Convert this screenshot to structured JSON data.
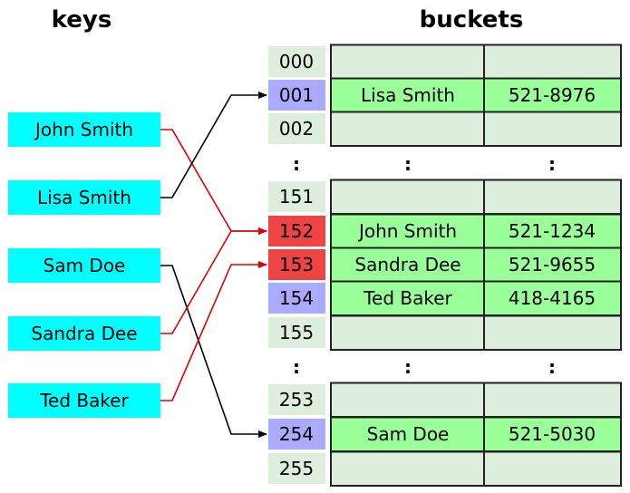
{
  "headers": {
    "keys": "keys",
    "buckets": "buckets"
  },
  "keys": [
    "John Smith",
    "Lisa Smith",
    "Sam Doe",
    "Sandra Dee",
    "Ted Baker"
  ],
  "ellipsis": ":",
  "buckets": [
    {
      "index": "000",
      "name": "",
      "phone": "",
      "state": "empty"
    },
    {
      "index": "001",
      "name": "Lisa Smith",
      "phone": "521-8976",
      "state": "ok"
    },
    {
      "index": "002",
      "name": "",
      "phone": "",
      "state": "empty"
    },
    {
      "index": "151",
      "name": "",
      "phone": "",
      "state": "empty"
    },
    {
      "index": "152",
      "name": "John Smith",
      "phone": "521-1234",
      "state": "collision"
    },
    {
      "index": "153",
      "name": "Sandra Dee",
      "phone": "521-9655",
      "state": "collision"
    },
    {
      "index": "154",
      "name": "Ted Baker",
      "phone": "418-4165",
      "state": "ok"
    },
    {
      "index": "155",
      "name": "",
      "phone": "",
      "state": "empty"
    },
    {
      "index": "253",
      "name": "",
      "phone": "",
      "state": "empty"
    },
    {
      "index": "254",
      "name": "Sam Doe",
      "phone": "521-5030",
      "state": "ok"
    },
    {
      "index": "255",
      "name": "",
      "phone": "",
      "state": "empty"
    }
  ],
  "mappings": [
    {
      "key": 0,
      "bucket": 4,
      "collision": true
    },
    {
      "key": 1,
      "bucket": 1,
      "collision": false
    },
    {
      "key": 2,
      "bucket": 9,
      "collision": false
    },
    {
      "key": 3,
      "bucket": 4,
      "collision": true
    },
    {
      "key": 4,
      "bucket": 5,
      "collision": true
    }
  ],
  "colors": {
    "key_box": "#00ffff",
    "index_empty": "#ddeedd",
    "index_ok": "#aaaaff",
    "index_collision": "#ee4444",
    "cell_empty": "#ddeedd",
    "cell_filled": "#99ff99",
    "line_ok": "#000000",
    "line_collision": "#dd0000"
  }
}
